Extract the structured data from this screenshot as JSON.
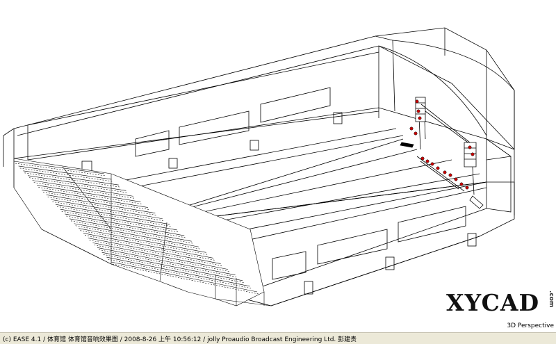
{
  "view": {
    "mode_label": "3D Perspective"
  },
  "watermark": {
    "text": "XYCAD",
    "suffix": ".com"
  },
  "statusbar": {
    "text": "(c) EASE 4.1  / 体育馆 体育馆音响效果图 / 2008-8-26 上午 10:56:12 / jolly Proaudio Broadcast Engineering Ltd. 彭建贵"
  },
  "colors": {
    "wireframe": "#000000",
    "speaker": "#cc0000",
    "background": "#ffffff",
    "statusbar": "#ece9d8"
  }
}
